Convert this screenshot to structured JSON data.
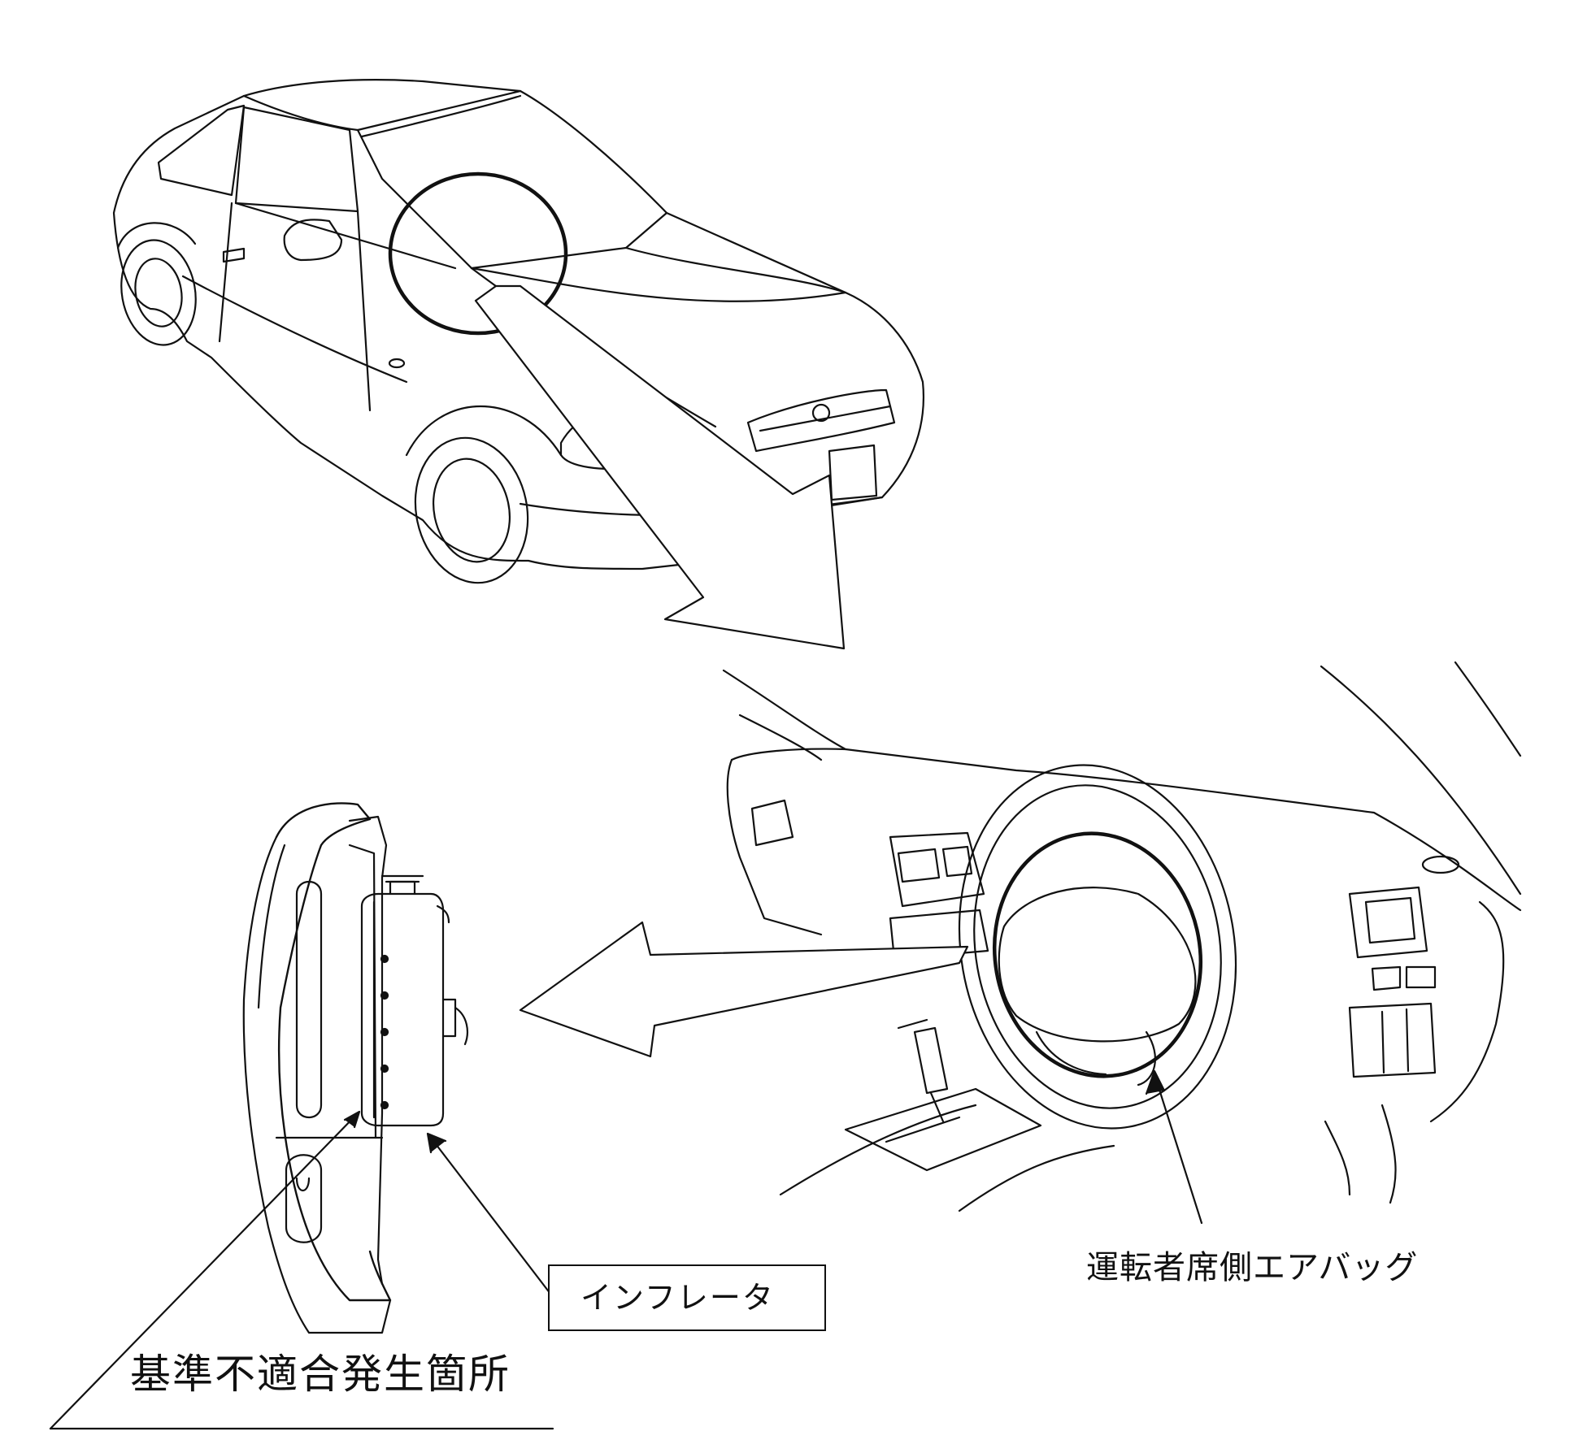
{
  "labels": {
    "driver_airbag": "運転者席側エアバッグ",
    "inflator": "インフレータ",
    "noncompliance_location": "基準不適合発生箇所"
  },
  "colors": {
    "line": "#111111",
    "background": "#ffffff"
  }
}
